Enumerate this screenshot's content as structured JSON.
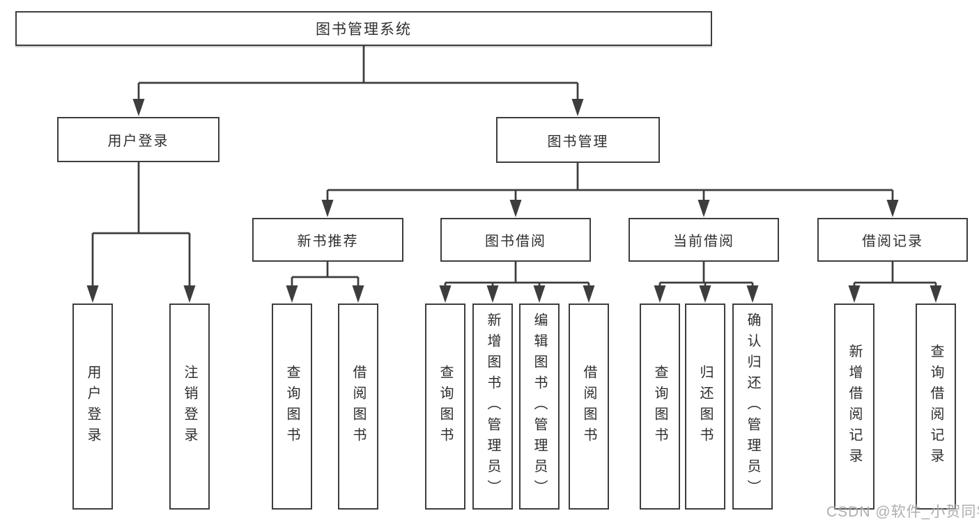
{
  "tree": {
    "root": {
      "label": "图书管理系统"
    },
    "level2": [
      {
        "label": "用户登录"
      },
      {
        "label": "图书管理"
      }
    ],
    "level3": [
      {
        "label": "新书推荐"
      },
      {
        "label": "图书借阅"
      },
      {
        "label": "当前借阅"
      },
      {
        "label": "借阅记录"
      }
    ],
    "leaves": [
      {
        "group": "用户登录",
        "label": "用户登录"
      },
      {
        "group": "用户登录",
        "label": "注销登录"
      },
      {
        "group": "新书推荐",
        "label": "查询图书"
      },
      {
        "group": "新书推荐",
        "label": "借阅图书"
      },
      {
        "group": "图书借阅",
        "label": "查询图书"
      },
      {
        "group": "图书借阅",
        "label": "新增图书（管理员）"
      },
      {
        "group": "图书借阅",
        "label": "编辑图书（管理员）"
      },
      {
        "group": "图书借阅",
        "label": "借阅图书"
      },
      {
        "group": "当前借阅",
        "label": "查询图书"
      },
      {
        "group": "当前借阅",
        "label": "归还图书"
      },
      {
        "group": "当前借阅",
        "label": "确认归还（管理员）"
      },
      {
        "group": "借阅记录",
        "label": "新增借阅记录"
      },
      {
        "group": "借阅记录",
        "label": "查询借阅记录"
      }
    ]
  },
  "watermark": {
    "text": "CSDN @软件_小贺同学"
  },
  "colors": {
    "line": "#3d3d3d",
    "text": "#2e2e2e",
    "watermark": "#a0a0a0",
    "background": "#ffffff"
  }
}
